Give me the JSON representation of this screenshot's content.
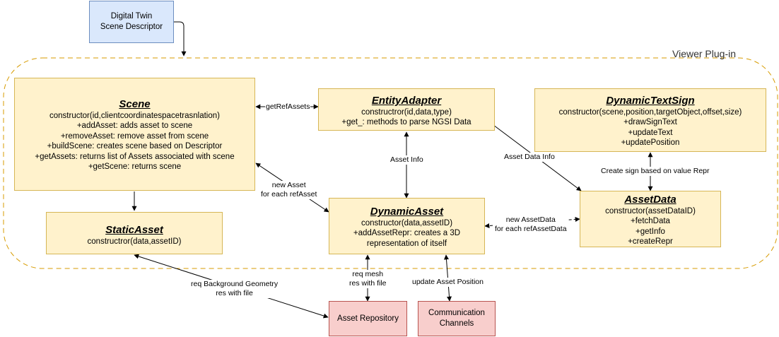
{
  "container": {
    "label": "Viewer Plug-in"
  },
  "descriptor": {
    "line1": "Digital Twin",
    "line2": "Scene Descriptor"
  },
  "scene": {
    "title": "Scene",
    "lines": [
      "constructor(id,clientcoordinatespacetrasnlation)",
      "+addAsset: adds asset to scene",
      "+removeAsset: remove asset from scene",
      "+buildScene: creates scene based on Descriptor",
      "+getAssets: returns list of Assets associated with scene",
      "+getScene: returns scene"
    ]
  },
  "entity_adapter": {
    "title": "EntityAdapter",
    "lines": [
      "constructror(id,data,type)",
      "+get_: methods to parse NGSI Data"
    ]
  },
  "dynamic_text_sign": {
    "title": "DynamicTextSign",
    "lines": [
      "constructor(scene,position,targetObject,offset,size)",
      "+drawSignText",
      "+updateText",
      "+updatePosition"
    ]
  },
  "static_asset": {
    "title": "StaticAsset",
    "lines": [
      "constructror(data,assetID)"
    ]
  },
  "dynamic_asset": {
    "title": "DynamicAsset",
    "lines": [
      "constructor(data,assetID)",
      "+addAssetRepr: creates a 3D",
      "representation of itself"
    ]
  },
  "asset_data": {
    "title": "AssetData",
    "lines": [
      "constructor(assetDataID)",
      "+fetchData",
      "+getInfo",
      "+createRepr"
    ]
  },
  "asset_repository": {
    "label": "Asset Repository"
  },
  "comm_channels": {
    "line1": "Communication",
    "line2": "Channels"
  },
  "edge_labels": {
    "get_ref_assets": "getRefAssets",
    "new_asset_1": "new Asset",
    "new_asset_2": "for each refAsset",
    "asset_info": "Asset Info",
    "asset_data_info": "Asset Data Info",
    "create_sign": "Create sign based on value Repr",
    "new_asset_data_1": "new AssetData",
    "new_asset_data_2": "for each refAssetData",
    "req_mesh_1": "req mesh",
    "req_mesh_2": "res with file",
    "req_bg_1": "req Background Geometry",
    "req_bg_2": "res with file",
    "update_pos": "update Asset Position"
  },
  "colors": {
    "class_fill": "#fff2cc",
    "class_stroke": "#d6b656",
    "descriptor_fill": "#dae8fc",
    "descriptor_stroke": "#6c8ebf",
    "external_fill": "#f8cecc",
    "external_stroke": "#b85450",
    "container_stroke": "#d79b00"
  }
}
